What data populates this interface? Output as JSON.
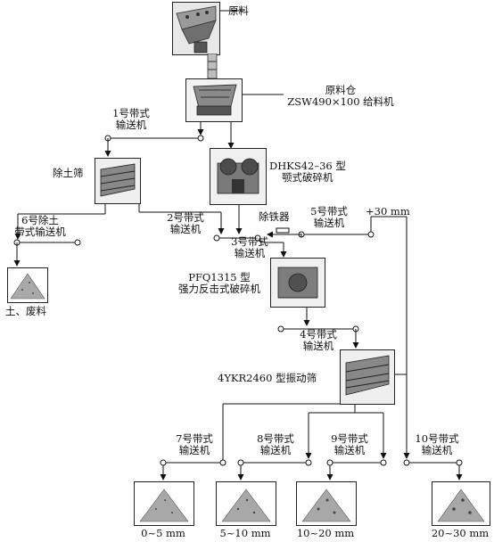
{
  "labels": {
    "raw_material": "原料",
    "bin_line1": "原料仓",
    "bin_line2": "ZSW490×100 给料机",
    "belt1_line1": "1号带式",
    "belt1_line2": "输送机",
    "jaw_line1": "DHKS42–36 型",
    "jaw_line2": "颚式破碎机",
    "soil_screen": "除土筛",
    "belt6_line1": "6号除土",
    "belt6_line2": "带式输送机",
    "waste": "土、废料",
    "belt2_line1": "2号带式",
    "belt2_line2": "输送机",
    "iron_remover": "除铁器",
    "belt3_line1": "3号带式",
    "belt3_line2": "输送机",
    "belt5_line1": "5号带式",
    "belt5_line2": "输送机",
    "plus30": "+30 mm",
    "impact_line1": "PFQ1315 型",
    "impact_line2": "强力反击式破碎机",
    "belt4_line1": "4号带式",
    "belt4_line2": "输送机",
    "vib_screen": "4YKR2460 型振动筛",
    "belt7_line1": "7号带式",
    "belt7_line2": "输送机",
    "belt8_line1": "8号带式",
    "belt8_line2": "输送机",
    "belt9_line1": "9号带式",
    "belt9_line2": "输送机",
    "belt10_line1": "10号带式",
    "belt10_line2": "输送机",
    "prod1": "0~5 mm",
    "prod2": "5~10 mm",
    "prod3": "10~20 mm",
    "prod4": "20~30 mm"
  }
}
